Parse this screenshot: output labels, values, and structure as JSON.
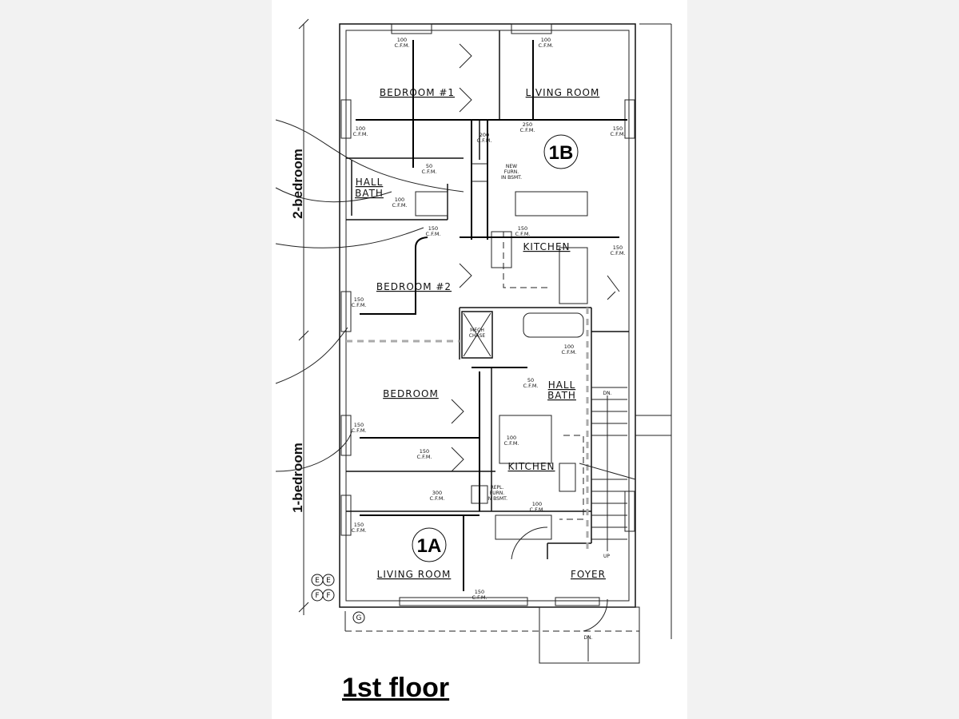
{
  "title": "1st floor",
  "side_labels": {
    "upper": "2-bedroom",
    "lower": "1-bedroom"
  },
  "units": {
    "upper": "1B",
    "lower": "1A"
  },
  "rooms": {
    "bedroom1": "BEDROOM #1",
    "living_1b": "LIVING ROOM",
    "hall_bath_1b": [
      "HALL",
      "BATH"
    ],
    "kitchen_1b": "KITCHEN",
    "bedroom2": "BEDROOM #2",
    "bedroom_1a": "BEDROOM",
    "hall_bath_1a": [
      "HALL",
      "BATH"
    ],
    "kitchen_1a": "KITCHEN",
    "living_1a": "LIVING ROOM",
    "foyer": "FOYER"
  },
  "notes": {
    "new_furn": [
      "NEW",
      "FURN.",
      "IN BSMT."
    ],
    "repl_furn": [
      "REPL.",
      "FURN.",
      "IN BSMT."
    ],
    "mech_chase": [
      "MECH",
      "CHASE"
    ],
    "dn_stairs": "DN.",
    "dn_front": "DN.",
    "up": "UP"
  },
  "cfm_unit": "C.F.M.",
  "cfm": [
    "100",
    "100",
    "100",
    "250",
    "150",
    "200",
    "50",
    "100",
    "150",
    "150",
    "150",
    "150",
    "100",
    "50",
    "150",
    "150",
    "100",
    "300",
    "100",
    "150",
    "150"
  ],
  "grid_markers": [
    "E",
    "E",
    "F",
    "F",
    "G"
  ]
}
